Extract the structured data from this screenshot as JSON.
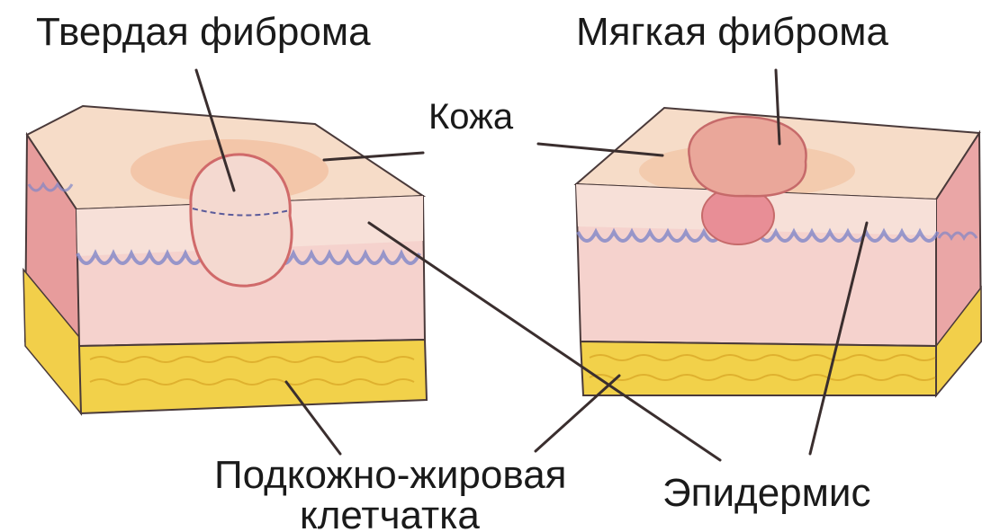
{
  "labels": {
    "hard_fibroma": "Твердая фиброма",
    "soft_fibroma": "Мягкая фиброма",
    "skin": "Кожа",
    "subcutaneous_line1": "Подкожно-жировая",
    "subcutaneous_line2": "клетчатка",
    "epidermis": "Эпидермис"
  },
  "colors": {
    "skin_top": "#f6d9c4",
    "skin_front": "#f3cfc8",
    "dermis_side": "#e8a6a6",
    "epidermis_wave": "#7f86c8",
    "fat": "#f2d14a",
    "fat_dark": "#e0b52a",
    "fibroma_hard": "#f3d7cf",
    "fibroma_soft": "#e49a9a",
    "outline": "#4a3a3a",
    "leader": "#3a2e2e"
  }
}
